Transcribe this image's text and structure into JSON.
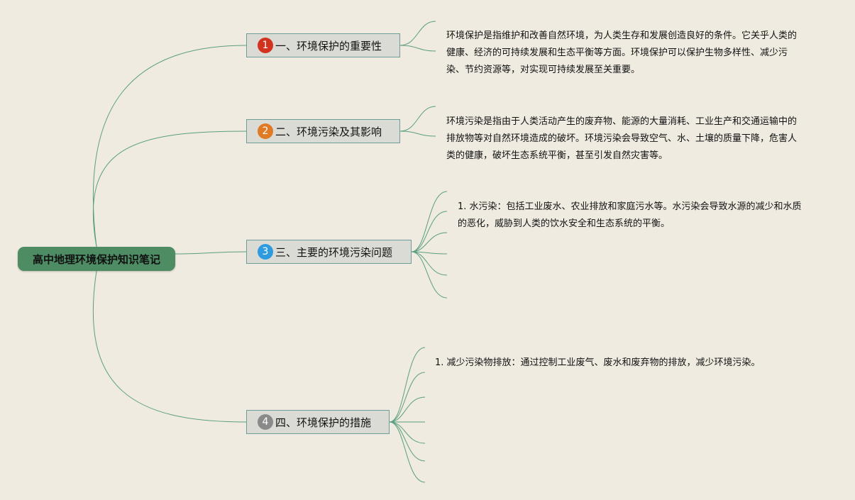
{
  "root": {
    "label": "高中地理环境保护知识笔记",
    "color": "#4e8c64"
  },
  "branches": [
    {
      "number": "1",
      "badge_color": "#d2331f",
      "label": "一、环境保护的重要性",
      "note": "环境保护是指维护和改善自然环境，为人类生存和发展创造良好的条件。它关乎人类的健康、经济的可持续发展和生态平衡等方面。环境保护可以保护生物多样性、减少污染、节约资源等，对实现可持续发展至关重要。"
    },
    {
      "number": "2",
      "badge_color": "#e07a25",
      "label": "二、环境污染及其影响",
      "note": "环境污染是指由于人类活动产生的废弃物、能源的大量消耗、工业生产和交通运输中的排放物等对自然环境造成的破坏。环境污染会导致空气、水、土壤的质量下降，危害人类的健康，破坏生态系统平衡，甚至引发自然灾害等。"
    },
    {
      "number": "3",
      "badge_color": "#2e9be0",
      "label": "三、主要的环境污染问题",
      "items": [
        "1. 水污染：包括工业废水、农业排放和家庭污水等。水污染会导致水源的减少和水质的恶化，威胁到人类的饮水安全和生态系统的平衡。"
      ]
    },
    {
      "number": "4",
      "badge_color": "#8a8a8a",
      "label": "四、环境保护的措施",
      "items": [
        "1. 减少污染物排放：通过控制工业废气、废水和废弃物的排放，减少环境污染。"
      ]
    }
  ],
  "colors": {
    "connector": "#5a9e82",
    "topic_border": "#6e9e9a",
    "topic_fill": "#dbdbd6",
    "background": "#efebe0"
  }
}
